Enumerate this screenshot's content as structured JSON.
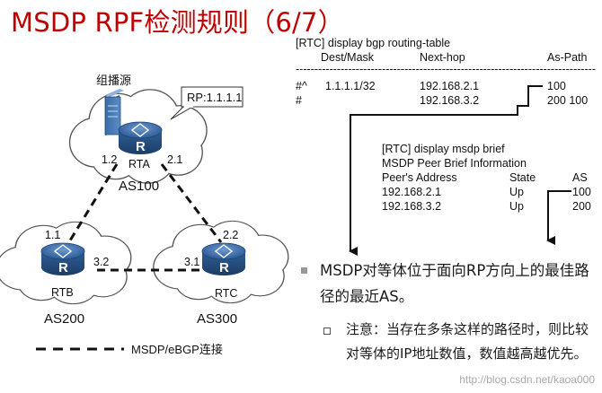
{
  "title": "MSDP RPF检测规则（6/7）",
  "topology": {
    "source_label": "组播源",
    "rp_callout": "RP:1.1.1.1",
    "routers": [
      {
        "id": "rta",
        "name": "RTA",
        "icon": "router-icon",
        "as": "AS100",
        "ifaces": [
          "1.2",
          "2.1"
        ]
      },
      {
        "id": "rtb",
        "name": "RTB",
        "icon": "router-icon",
        "as": "AS200",
        "ifaces": [
          "1.1",
          "3.2"
        ]
      },
      {
        "id": "rtc",
        "name": "RTC",
        "icon": "router-icon",
        "as": "AS300",
        "ifaces": [
          "2.2",
          "3.1"
        ]
      }
    ],
    "router_glyph": "R",
    "legend": "MSDP/eBGP连接"
  },
  "bgp_table": {
    "command": "[RTC] display bgp routing-table",
    "headers": [
      "Dest/Mask",
      "Next-hop",
      "As-Path"
    ],
    "separator": "--------------------------------------------------------------------------------",
    "rows": [
      {
        "flag": "#^",
        "dest": "1.1.1.1/32",
        "nexthop": "192.168.2.1",
        "aspath": "100"
      },
      {
        "flag": "#",
        "dest": "",
        "nexthop": "192.168.3.2",
        "aspath": "200 100"
      }
    ]
  },
  "msdp_brief": {
    "command": "[RTC] display msdp brief",
    "subtitle": "MSDP Peer Brief Information",
    "headers": [
      "Peer's Address",
      "State",
      "AS"
    ],
    "rows": [
      {
        "peer": "192.168.2.1",
        "state": "Up",
        "as": "100"
      },
      {
        "peer": "192.168.3.2",
        "state": "Up",
        "as": "200"
      }
    ]
  },
  "bullets": {
    "main": "MSDP对等体位于面向RP方向上的最佳路径的最近AS。",
    "sub": "注意：当存在多条这样的路径时，则比较对等体的IP地址数值，数值越高越优先。"
  },
  "watermark": "http://blog.csdn.net/kaoa000",
  "colors": {
    "title": "#c00000",
    "router": "#2f5f97",
    "text": "#111111"
  }
}
